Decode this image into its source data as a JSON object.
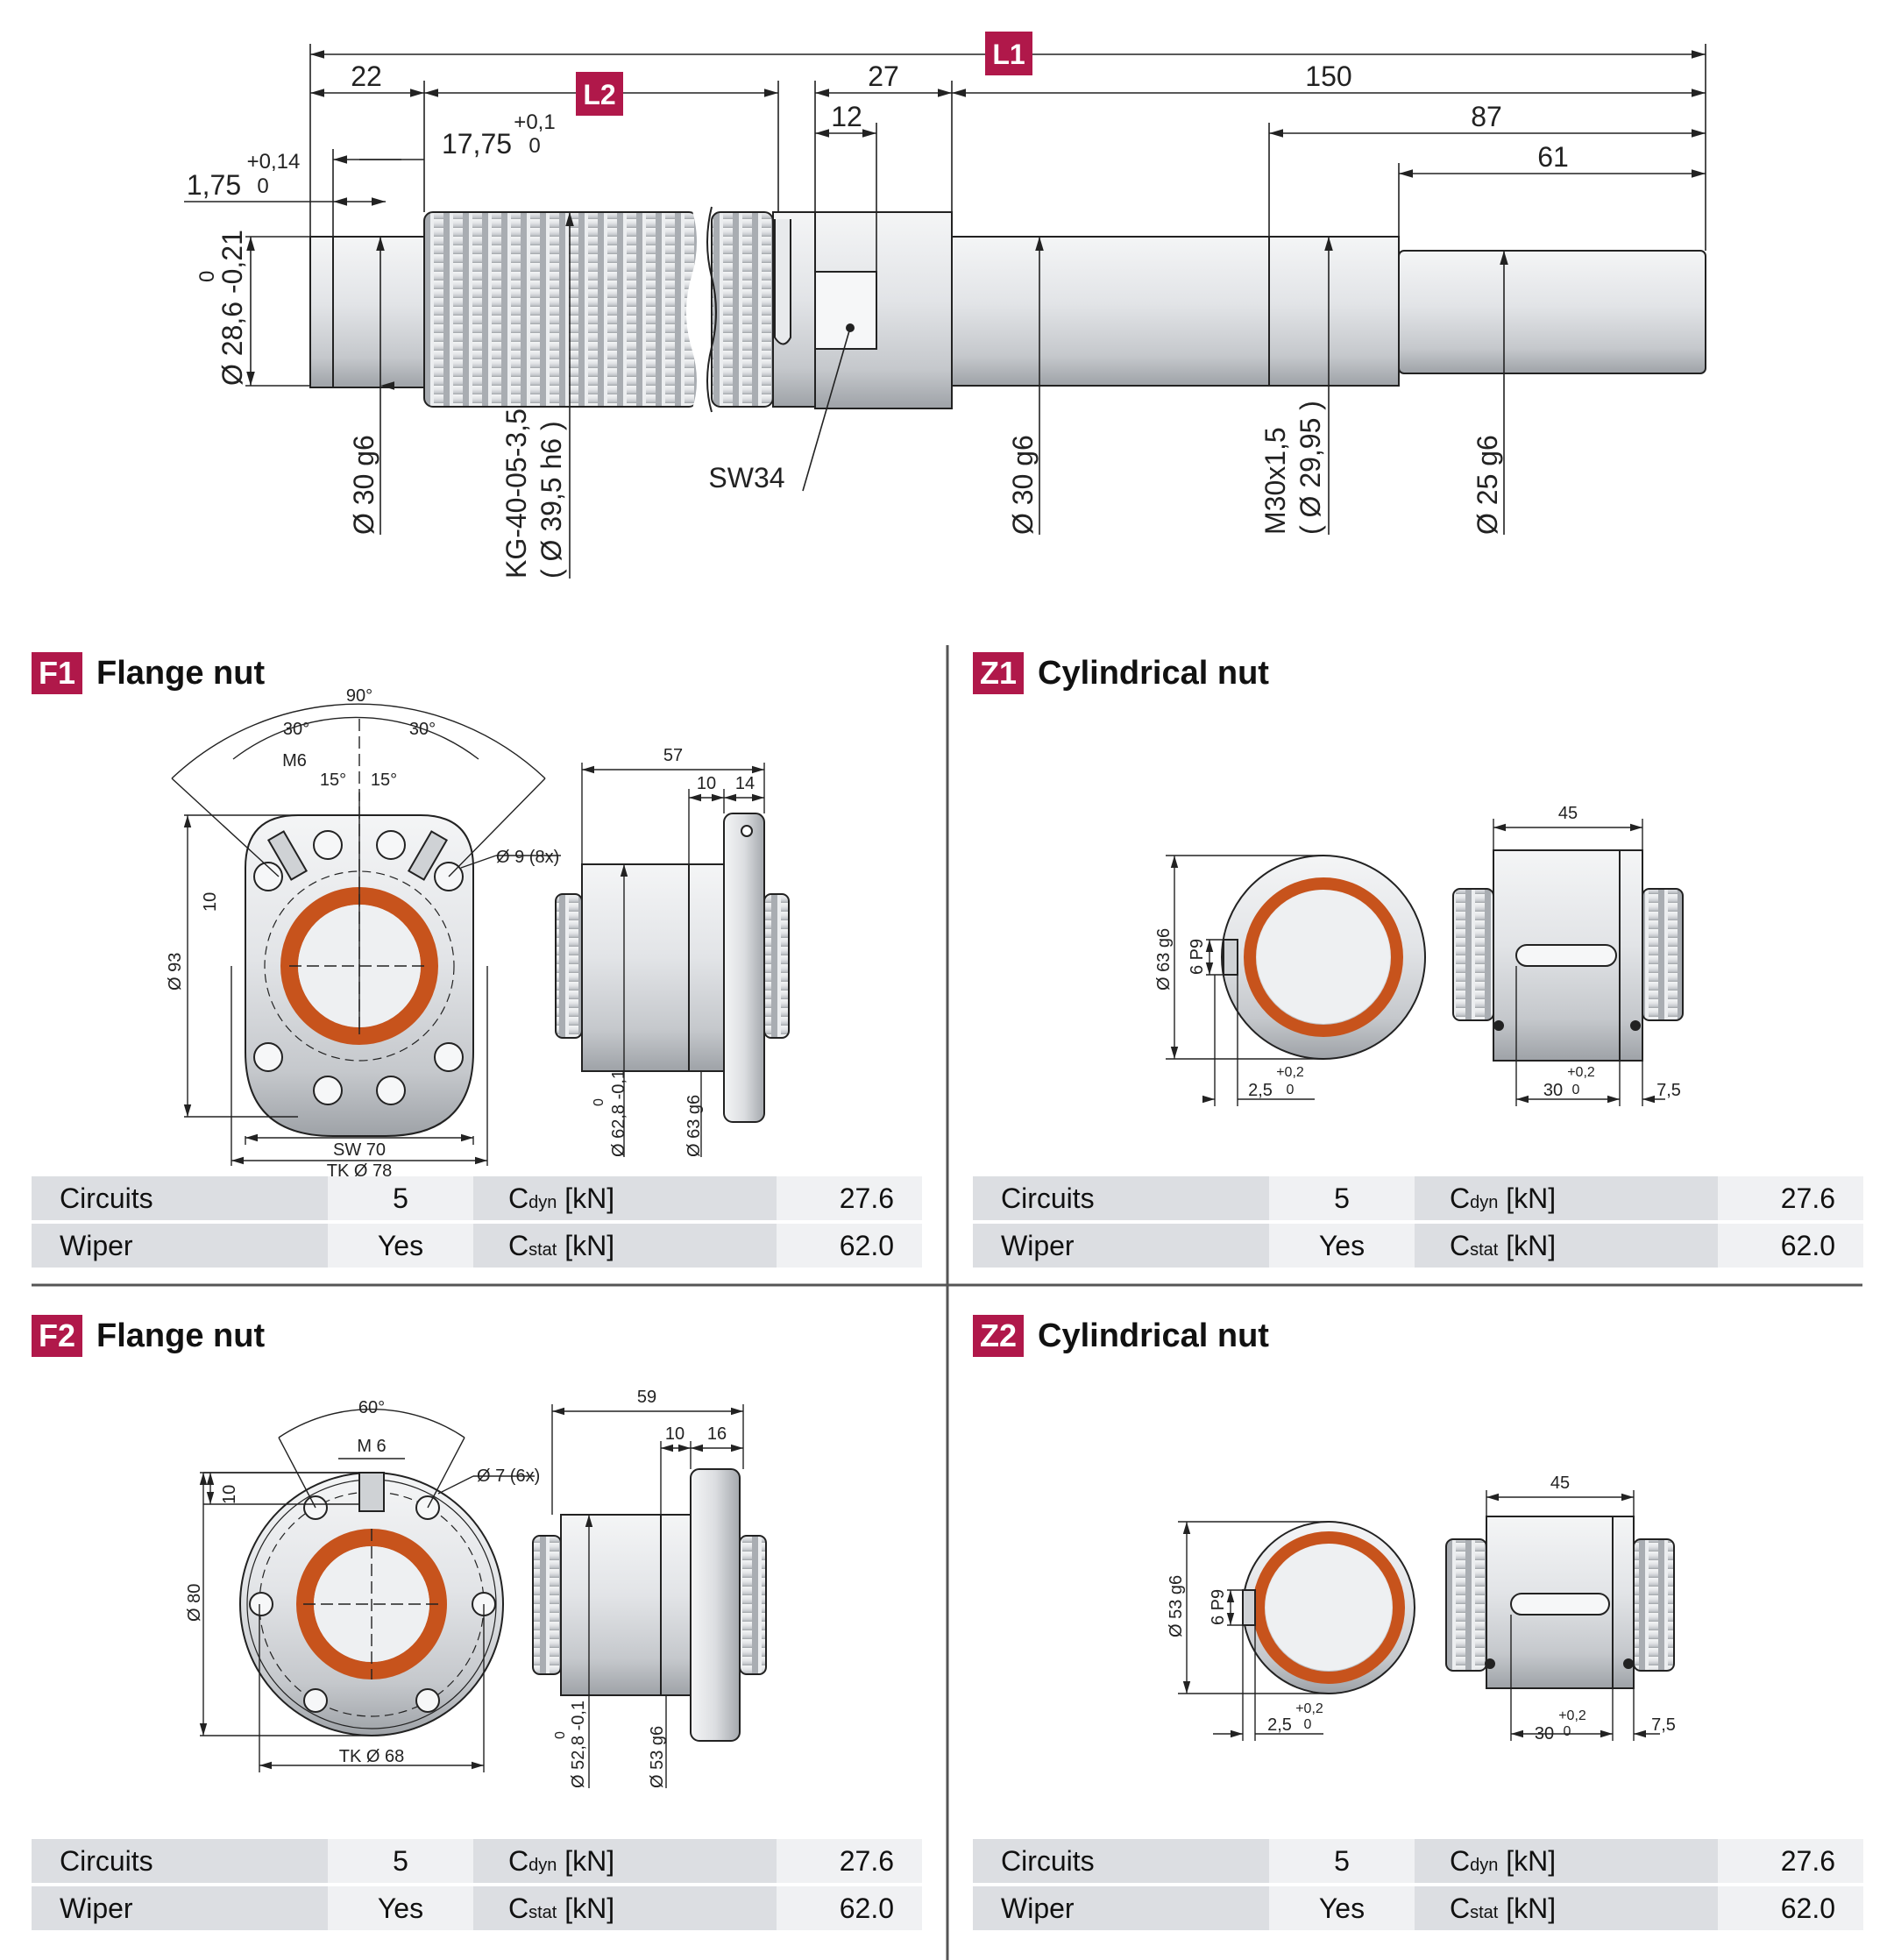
{
  "shaft": {
    "markers": {
      "l1": "L1",
      "l2": "L2"
    },
    "dims": {
      "d22": "22",
      "d27": "27",
      "d150": "150",
      "d12": "12",
      "d87": "87",
      "d61": "61",
      "d1775": "17,75",
      "d1775_tol": "+0,1",
      "d1775_tol0": "0",
      "d175": "1,75",
      "d175_tol": "+0,14",
      "d175_tol0": "0",
      "d286": "Ø 28,6 -0,21",
      "d286_tol0": "0",
      "phi30a": "Ø 30 g6",
      "kg1": "KG-40-05-3,5",
      "kg2": "( Ø 39,5 h6 )",
      "sw34": "SW34",
      "phi30b": "Ø 30 g6",
      "m30a": "M30x1,5",
      "m30b": "( Ø 29,95 )",
      "phi25": "Ø 25 g6"
    }
  },
  "sections": [
    {
      "code": "F1",
      "title": "Flange nut",
      "drawing": {
        "a90": "90°",
        "a30l": "30°",
        "a30r": "30°",
        "m6": "M6",
        "a15l": "15°",
        "a15r": "15°",
        "holes": "Ø 9 (8x)",
        "d10": "10",
        "d93": "Ø 93",
        "sw70": "SW 70",
        "tk78": "TK Ø 78",
        "len57": "57",
        "len10": "10",
        "len14": "14",
        "d628": "Ø 62,8 -0,1",
        "d628_tol0": "0",
        "d63": "Ø 63 g6"
      },
      "specs": {
        "circuits_label": "Circuits",
        "circuits": "5",
        "wiper_label": "Wiper",
        "wiper": "Yes",
        "cdyn_main": "C",
        "cdyn_sub": "dyn",
        "cdyn_unit": " [kN]",
        "cdyn": "27.6",
        "cstat_main": "C",
        "cstat_sub": "stat",
        "cstat_unit": " [kN]",
        "cstat": "62.0"
      }
    },
    {
      "code": "Z1",
      "title": "Cylindrical nut",
      "drawing": {
        "len45": "45",
        "d63": "Ø 63 g6",
        "p9": "6 P9",
        "d25": "2,5",
        "d25_tol": "+0,2",
        "d25_tol0": "0",
        "d30": "30",
        "d30_tol": "+0,2",
        "d30_tol0": "0",
        "d75": "7,5"
      },
      "specs": {
        "circuits_label": "Circuits",
        "circuits": "5",
        "wiper_label": "Wiper",
        "wiper": "Yes",
        "cdyn_main": "C",
        "cdyn_sub": "dyn",
        "cdyn_unit": " [kN]",
        "cdyn": "27.6",
        "cstat_main": "C",
        "cstat_sub": "stat",
        "cstat_unit": " [kN]",
        "cstat": "62.0"
      }
    },
    {
      "code": "F2",
      "title": "Flange nut",
      "drawing": {
        "a60": "60°",
        "m6": "M 6",
        "holes": "Ø 7 (6x)",
        "d10": "10",
        "d80": "Ø 80",
        "tk68": "TK Ø 68",
        "len59": "59",
        "len10": "10",
        "len16": "16",
        "d528": "Ø 52,8 -0,1",
        "d528_tol0": "0",
        "d53": "Ø 53 g6"
      },
      "specs": {
        "circuits_label": "Circuits",
        "circuits": "5",
        "wiper_label": "Wiper",
        "wiper": "Yes",
        "cdyn_main": "C",
        "cdyn_sub": "dyn",
        "cdyn_unit": " [kN]",
        "cdyn": "27.6",
        "cstat_main": "C",
        "cstat_sub": "stat",
        "cstat_unit": " [kN]",
        "cstat": "62.0"
      }
    },
    {
      "code": "Z2",
      "title": "Cylindrical nut",
      "drawing": {
        "len45": "45",
        "d53": "Ø 53 g6",
        "p9": "6 P9",
        "d25": "2,5",
        "d25_tol": "+0,2",
        "d25_tol0": "0",
        "d30": "30",
        "d30_tol": "+0,2",
        "d30_tol0": "0",
        "d75": "7,5"
      },
      "specs": {
        "circuits_label": "Circuits",
        "circuits": "5",
        "wiper_label": "Wiper",
        "wiper": "Yes",
        "cdyn_main": "C",
        "cdyn_sub": "dyn",
        "cdyn_unit": " [kN]",
        "cdyn": "27.6",
        "cstat_main": "C",
        "cstat_sub": "stat",
        "cstat_unit": " [kN]",
        "cstat": "62.0"
      }
    }
  ],
  "colors": {
    "accent": "#b0184a",
    "seal": "#c7531c",
    "metal": "#d6d8db",
    "line": "#222222"
  }
}
